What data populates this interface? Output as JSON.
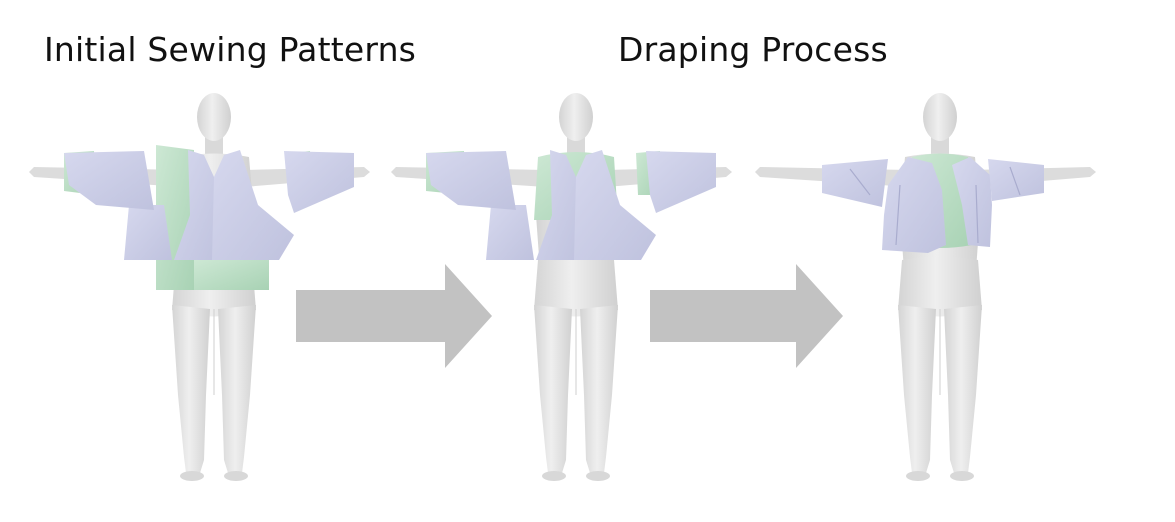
{
  "titles": {
    "initial": "Initial Sewing Patterns",
    "draping": "Draping Process"
  },
  "figures": [
    {
      "stage": "initial-sewing-patterns"
    },
    {
      "stage": "intermediate-draping"
    },
    {
      "stage": "draped-result"
    }
  ],
  "arrows": [
    {
      "direction": "right"
    },
    {
      "direction": "right"
    }
  ],
  "colors": {
    "body": "#e6e6e6",
    "body_shade": "#cfcfcf",
    "panel_lavender": "#cdcfe8",
    "panel_lavender_shade": "#b7bad9",
    "panel_green": "#c3e0cc",
    "panel_green_shade": "#a9d2b5",
    "arrow": "#c2c2c2",
    "title_text": "#111111"
  }
}
